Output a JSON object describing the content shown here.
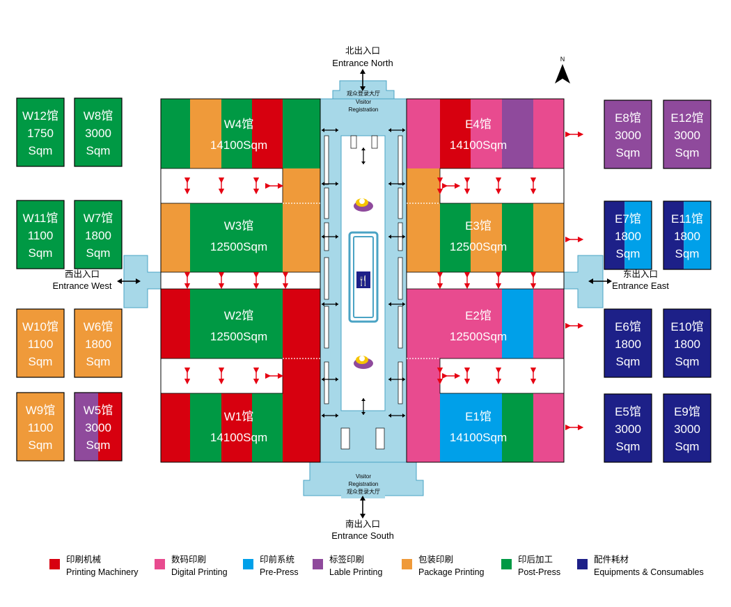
{
  "compass": {
    "label": "N"
  },
  "colors": {
    "red": "#d7000f",
    "pink": "#e84b8f",
    "blue": "#00a0e9",
    "purple": "#8f4a9c",
    "orange": "#ef9a3a",
    "green": "#009944",
    "navy": "#1d2088",
    "corridor": "#a7d8e8"
  },
  "entrances": {
    "north": {
      "cn": "北出入口",
      "en": "Entrance North"
    },
    "south": {
      "cn": "南出入口",
      "en": "Entrance South"
    },
    "west": {
      "cn": "西出入口",
      "en": "Entrance West"
    },
    "east": {
      "cn": "东出入口",
      "en": "Entrance East"
    }
  },
  "registration": {
    "north": {
      "cn": "观众登录大厅",
      "en1": "Visitor",
      "en2": "Registration"
    },
    "south": {
      "cn": "观众登录大厅",
      "en1": "Visitor",
      "en2": "Registration"
    }
  },
  "main_halls": {
    "W4": {
      "name": "W4馆",
      "area": "14100Sqm"
    },
    "W3": {
      "name": "W3馆",
      "area": "12500Sqm"
    },
    "W2": {
      "name": "W2馆",
      "area": "12500Sqm"
    },
    "W1": {
      "name": "W1馆",
      "area": "14100Sqm"
    },
    "E4": {
      "name": "E4馆",
      "area": "14100Sqm"
    },
    "E3": {
      "name": "E3馆",
      "area": "12500Sqm"
    },
    "E2": {
      "name": "E2馆",
      "area": "12500Sqm"
    },
    "E1": {
      "name": "E1馆",
      "area": "14100Sqm"
    }
  },
  "side_halls": {
    "W12": {
      "name": "W12馆",
      "area": "1750",
      "unit": "Sqm"
    },
    "W8": {
      "name": "W8馆",
      "area": "3000",
      "unit": "Sqm"
    },
    "W11": {
      "name": "W11馆",
      "area": "1100",
      "unit": "Sqm"
    },
    "W7": {
      "name": "W7馆",
      "area": "1800",
      "unit": "Sqm"
    },
    "W10": {
      "name": "W10馆",
      "area": "1100",
      "unit": "Sqm"
    },
    "W6": {
      "name": "W6馆",
      "area": "1800",
      "unit": "Sqm"
    },
    "W9": {
      "name": "W9馆",
      "area": "1100",
      "unit": "Sqm"
    },
    "W5": {
      "name": "W5馆",
      "area": "3000",
      "unit": "Sqm"
    },
    "E8": {
      "name": "E8馆",
      "area": "3000",
      "unit": "Sqm"
    },
    "E12": {
      "name": "E12馆",
      "area": "3000",
      "unit": "Sqm"
    },
    "E7": {
      "name": "E7馆",
      "area": "1800",
      "unit": "Sqm"
    },
    "E11": {
      "name": "E11馆",
      "area": "1800",
      "unit": "Sqm"
    },
    "E6": {
      "name": "E6馆",
      "area": "1800",
      "unit": "Sqm"
    },
    "E10": {
      "name": "E10馆",
      "area": "1800",
      "unit": "Sqm"
    },
    "E5": {
      "name": "E5馆",
      "area": "3000",
      "unit": "Sqm"
    },
    "E9": {
      "name": "E9馆",
      "area": "3000",
      "unit": "Sqm"
    }
  },
  "legend": [
    {
      "cn": "印刷机械",
      "en": "Printing Machinery",
      "color": "#d7000f"
    },
    {
      "cn": "数码印刷",
      "en": "Digital Printing",
      "color": "#e84b8f"
    },
    {
      "cn": "印前系统",
      "en": "Pre-Press",
      "color": "#00a0e9"
    },
    {
      "cn": "标签印刷",
      "en": "Lable Printing",
      "color": "#8f4a9c"
    },
    {
      "cn": "包装印刷",
      "en": "Package Printing",
      "color": "#ef9a3a"
    },
    {
      "cn": "印后加工",
      "en": "Post-Press",
      "color": "#009944"
    },
    {
      "cn": "配件耗材",
      "en": "Equipments & Consumables",
      "color": "#1d2088"
    }
  ]
}
